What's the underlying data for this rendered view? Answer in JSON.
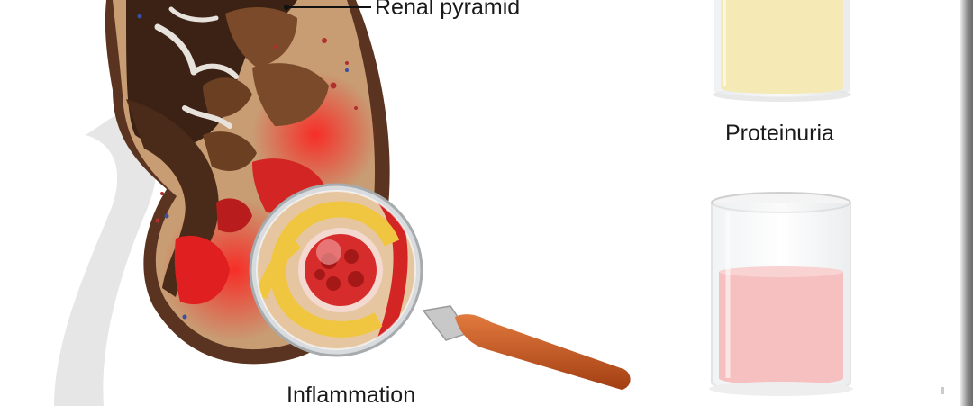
{
  "labels": {
    "renal_pyramid": "Renal pyramid",
    "proteinuria": "Proteinuria",
    "inflammation": "Inflammation"
  },
  "colors": {
    "kidney_cortex": "#c89d74",
    "pyramid": "#7a4a2a",
    "calyx": "#4a2a18",
    "inflamed": "#e02020",
    "normal_urine": "#f5eab5",
    "protein_urine": "#f7c0c0",
    "magnifier_handle": "#c8531e"
  }
}
